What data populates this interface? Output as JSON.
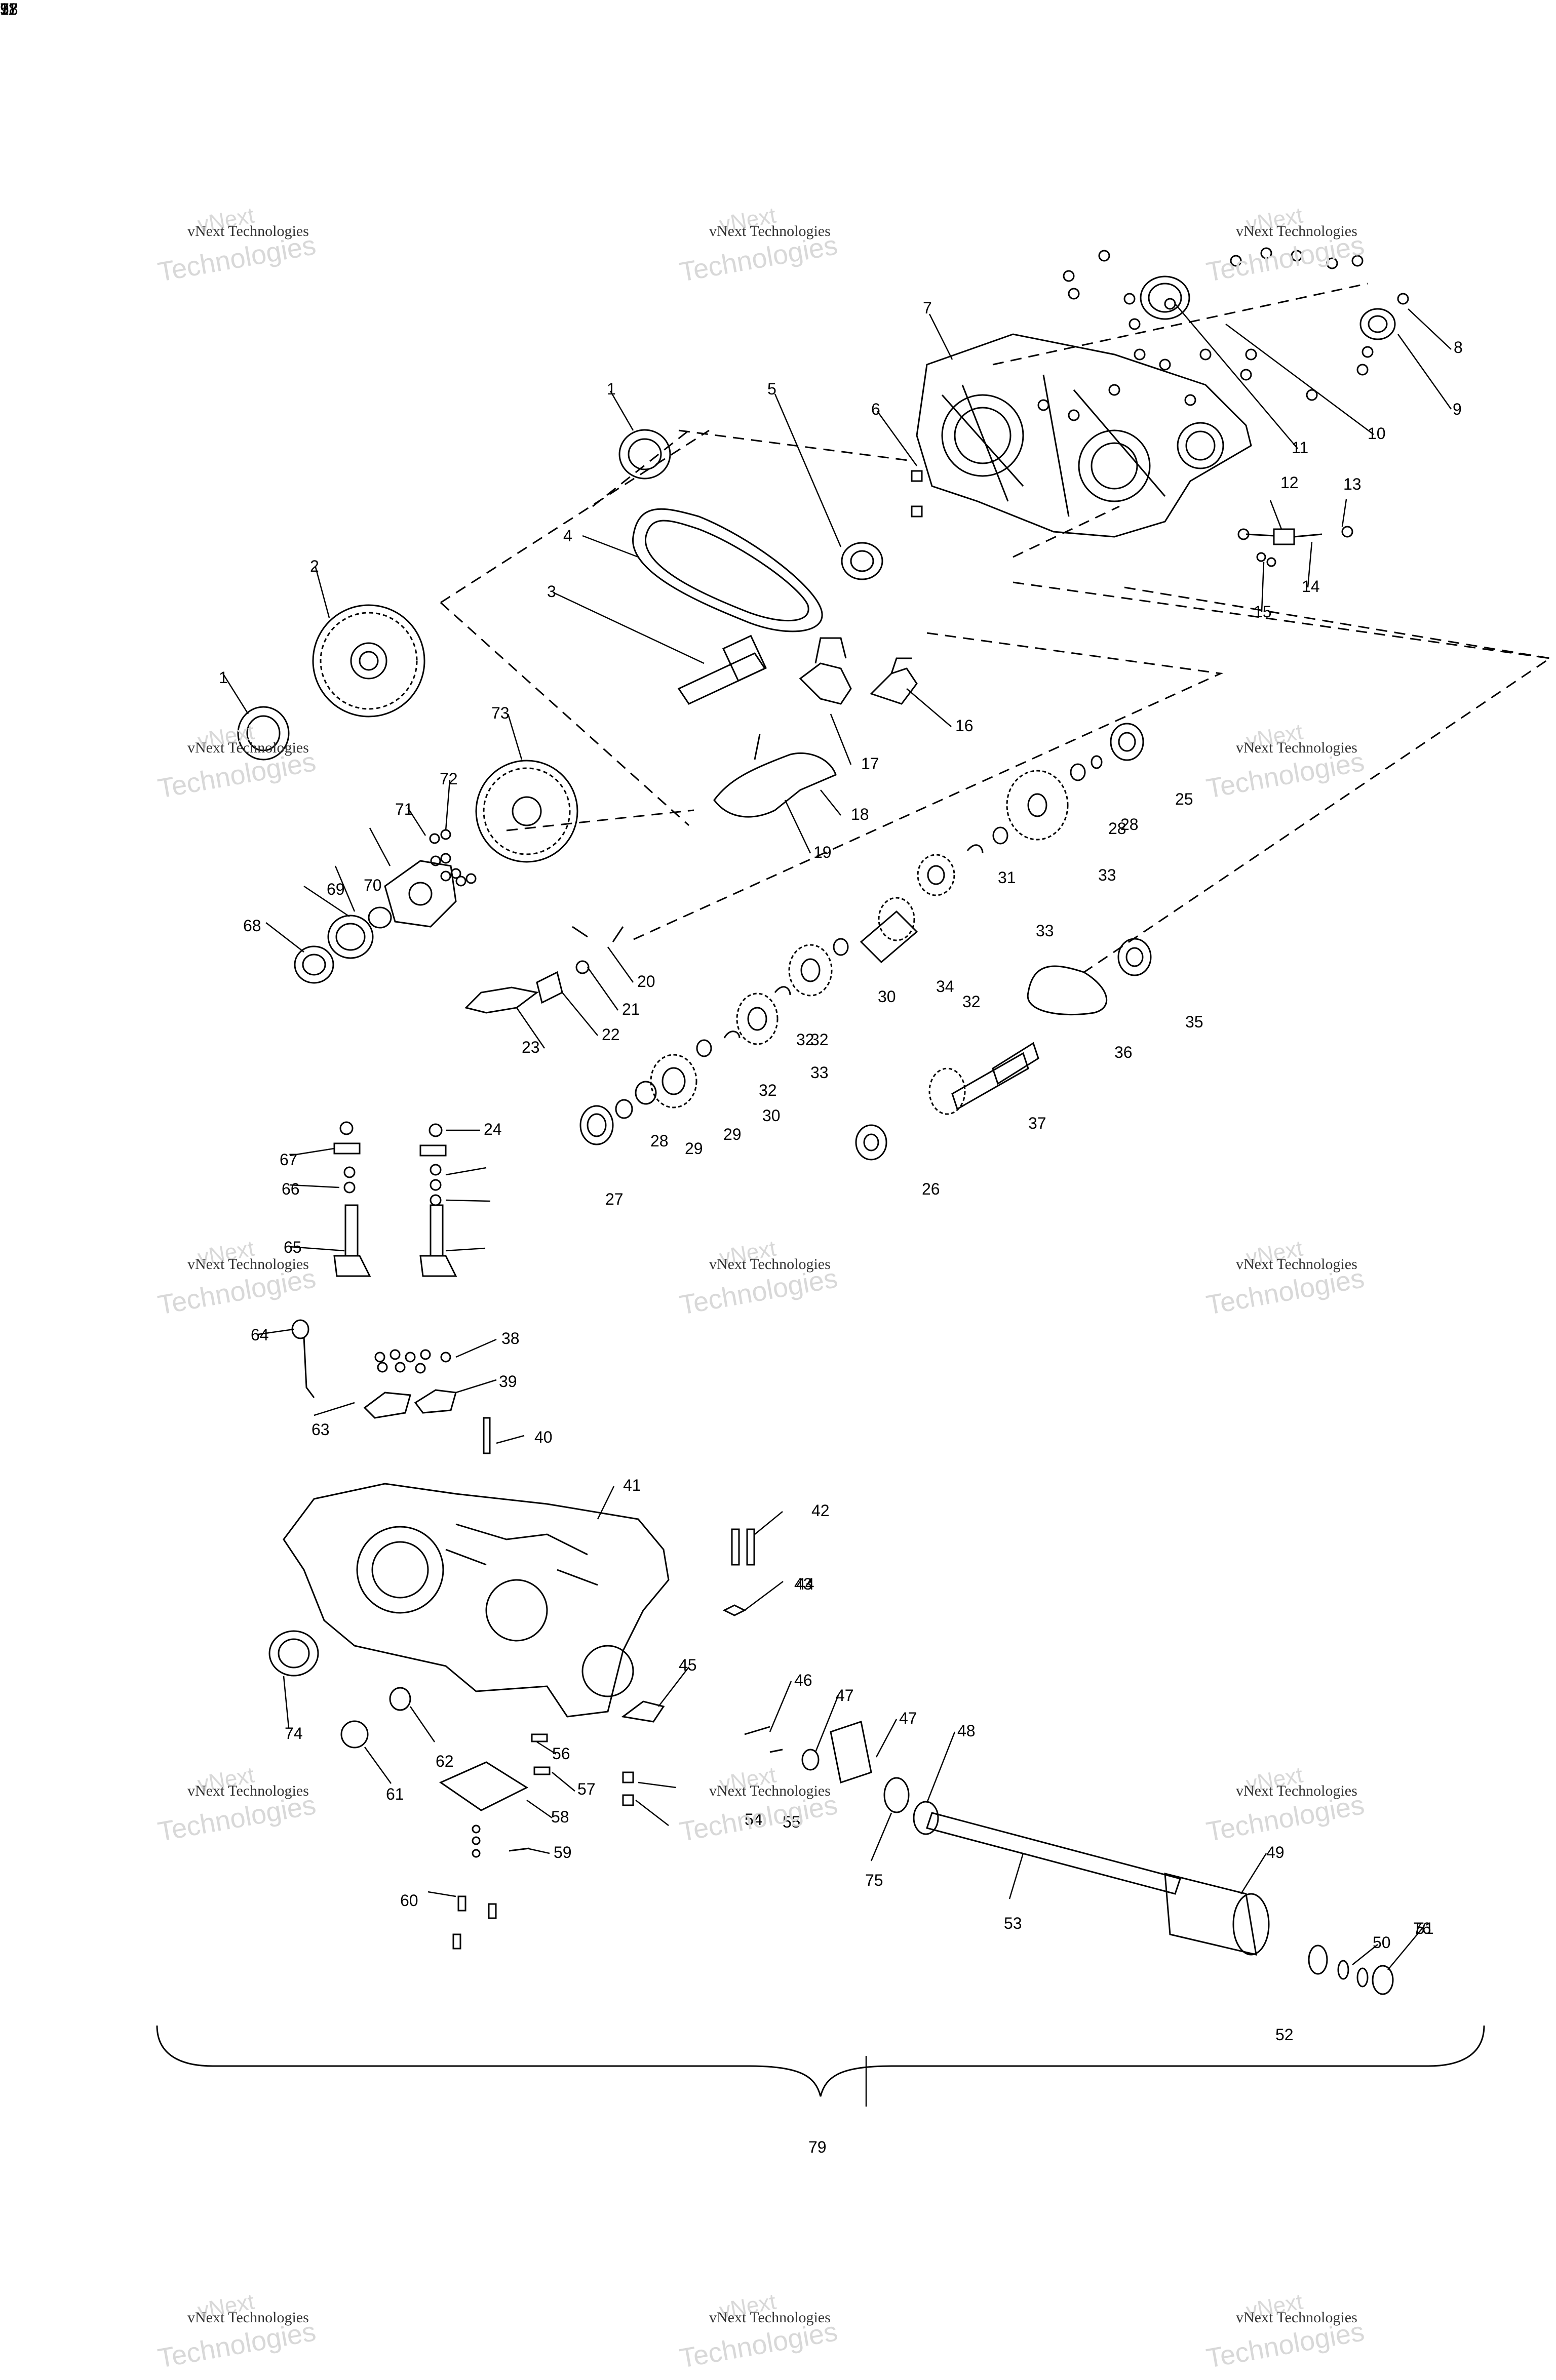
{
  "watermark": {
    "line1": "vNext Technologies",
    "line2": "Technologies",
    "line3": "vNext"
  },
  "assembly_label": "79",
  "callouts": [
    "1",
    "1",
    "2",
    "3",
    "4",
    "5",
    "6",
    "7",
    "8",
    "9",
    "10",
    "11",
    "12",
    "13",
    "14",
    "15",
    "16",
    "17",
    "18",
    "19",
    "20",
    "21",
    "22",
    "23",
    "24",
    "25",
    "26",
    "27",
    "28",
    "28",
    "28",
    "29",
    "29",
    "30",
    "30",
    "31",
    "32",
    "32",
    "32",
    "32",
    "33",
    "33",
    "33",
    "34",
    "35",
    "36",
    "37",
    "38",
    "39",
    "40",
    "41",
    "42",
    "43",
    "44",
    "45",
    "46",
    "47",
    "47",
    "48",
    "49",
    "50",
    "51",
    "52",
    "53",
    "54",
    "55",
    "56",
    "57",
    "58",
    "59",
    "60",
    "61",
    "62",
    "63",
    "64",
    "65",
    "66",
    "67",
    "68",
    "69",
    "70",
    "71",
    "72",
    "73",
    "74",
    "75",
    "76",
    "77",
    "78",
    "11",
    "5",
    "9"
  ]
}
